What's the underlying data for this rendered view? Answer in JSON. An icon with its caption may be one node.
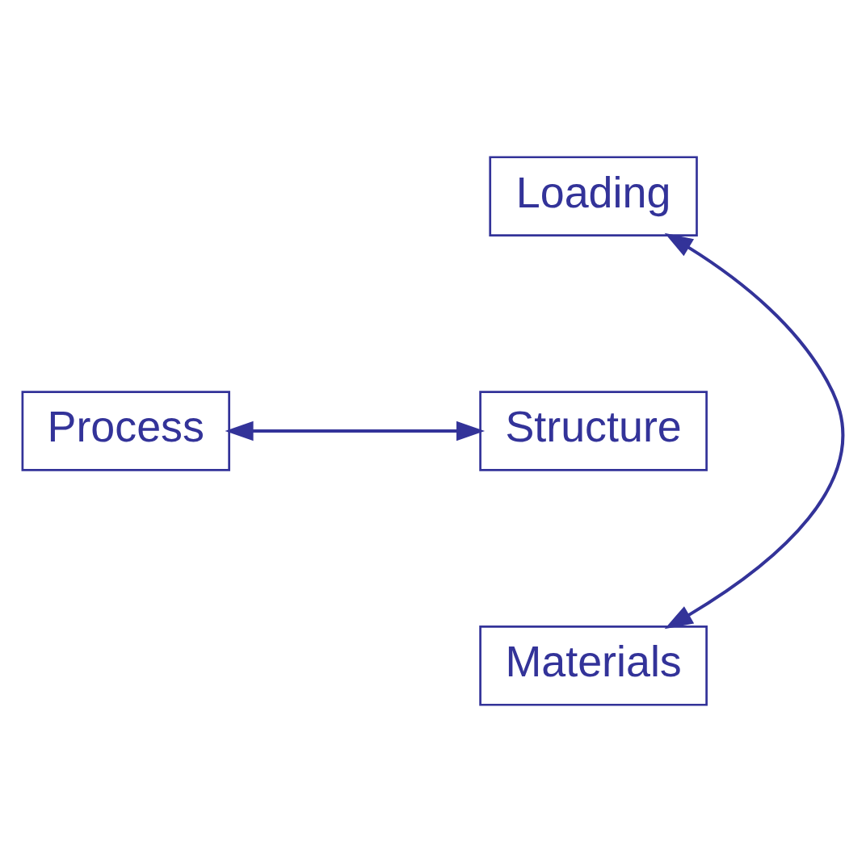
{
  "diagram": {
    "nodes": [
      {
        "text": [
          "Loading"
        ]
      },
      {
        "text": [
          "Process"
        ]
      },
      {
        "text": [
          "Structure"
        ]
      },
      {
        "text": [
          "Materials"
        ]
      }
    ],
    "edges": [
      {
        "from": 0,
        "to": 3,
        "arrow": "both"
      },
      {
        "from": 1,
        "to": 2,
        "arrow": "both"
      }
    ]
  }
}
